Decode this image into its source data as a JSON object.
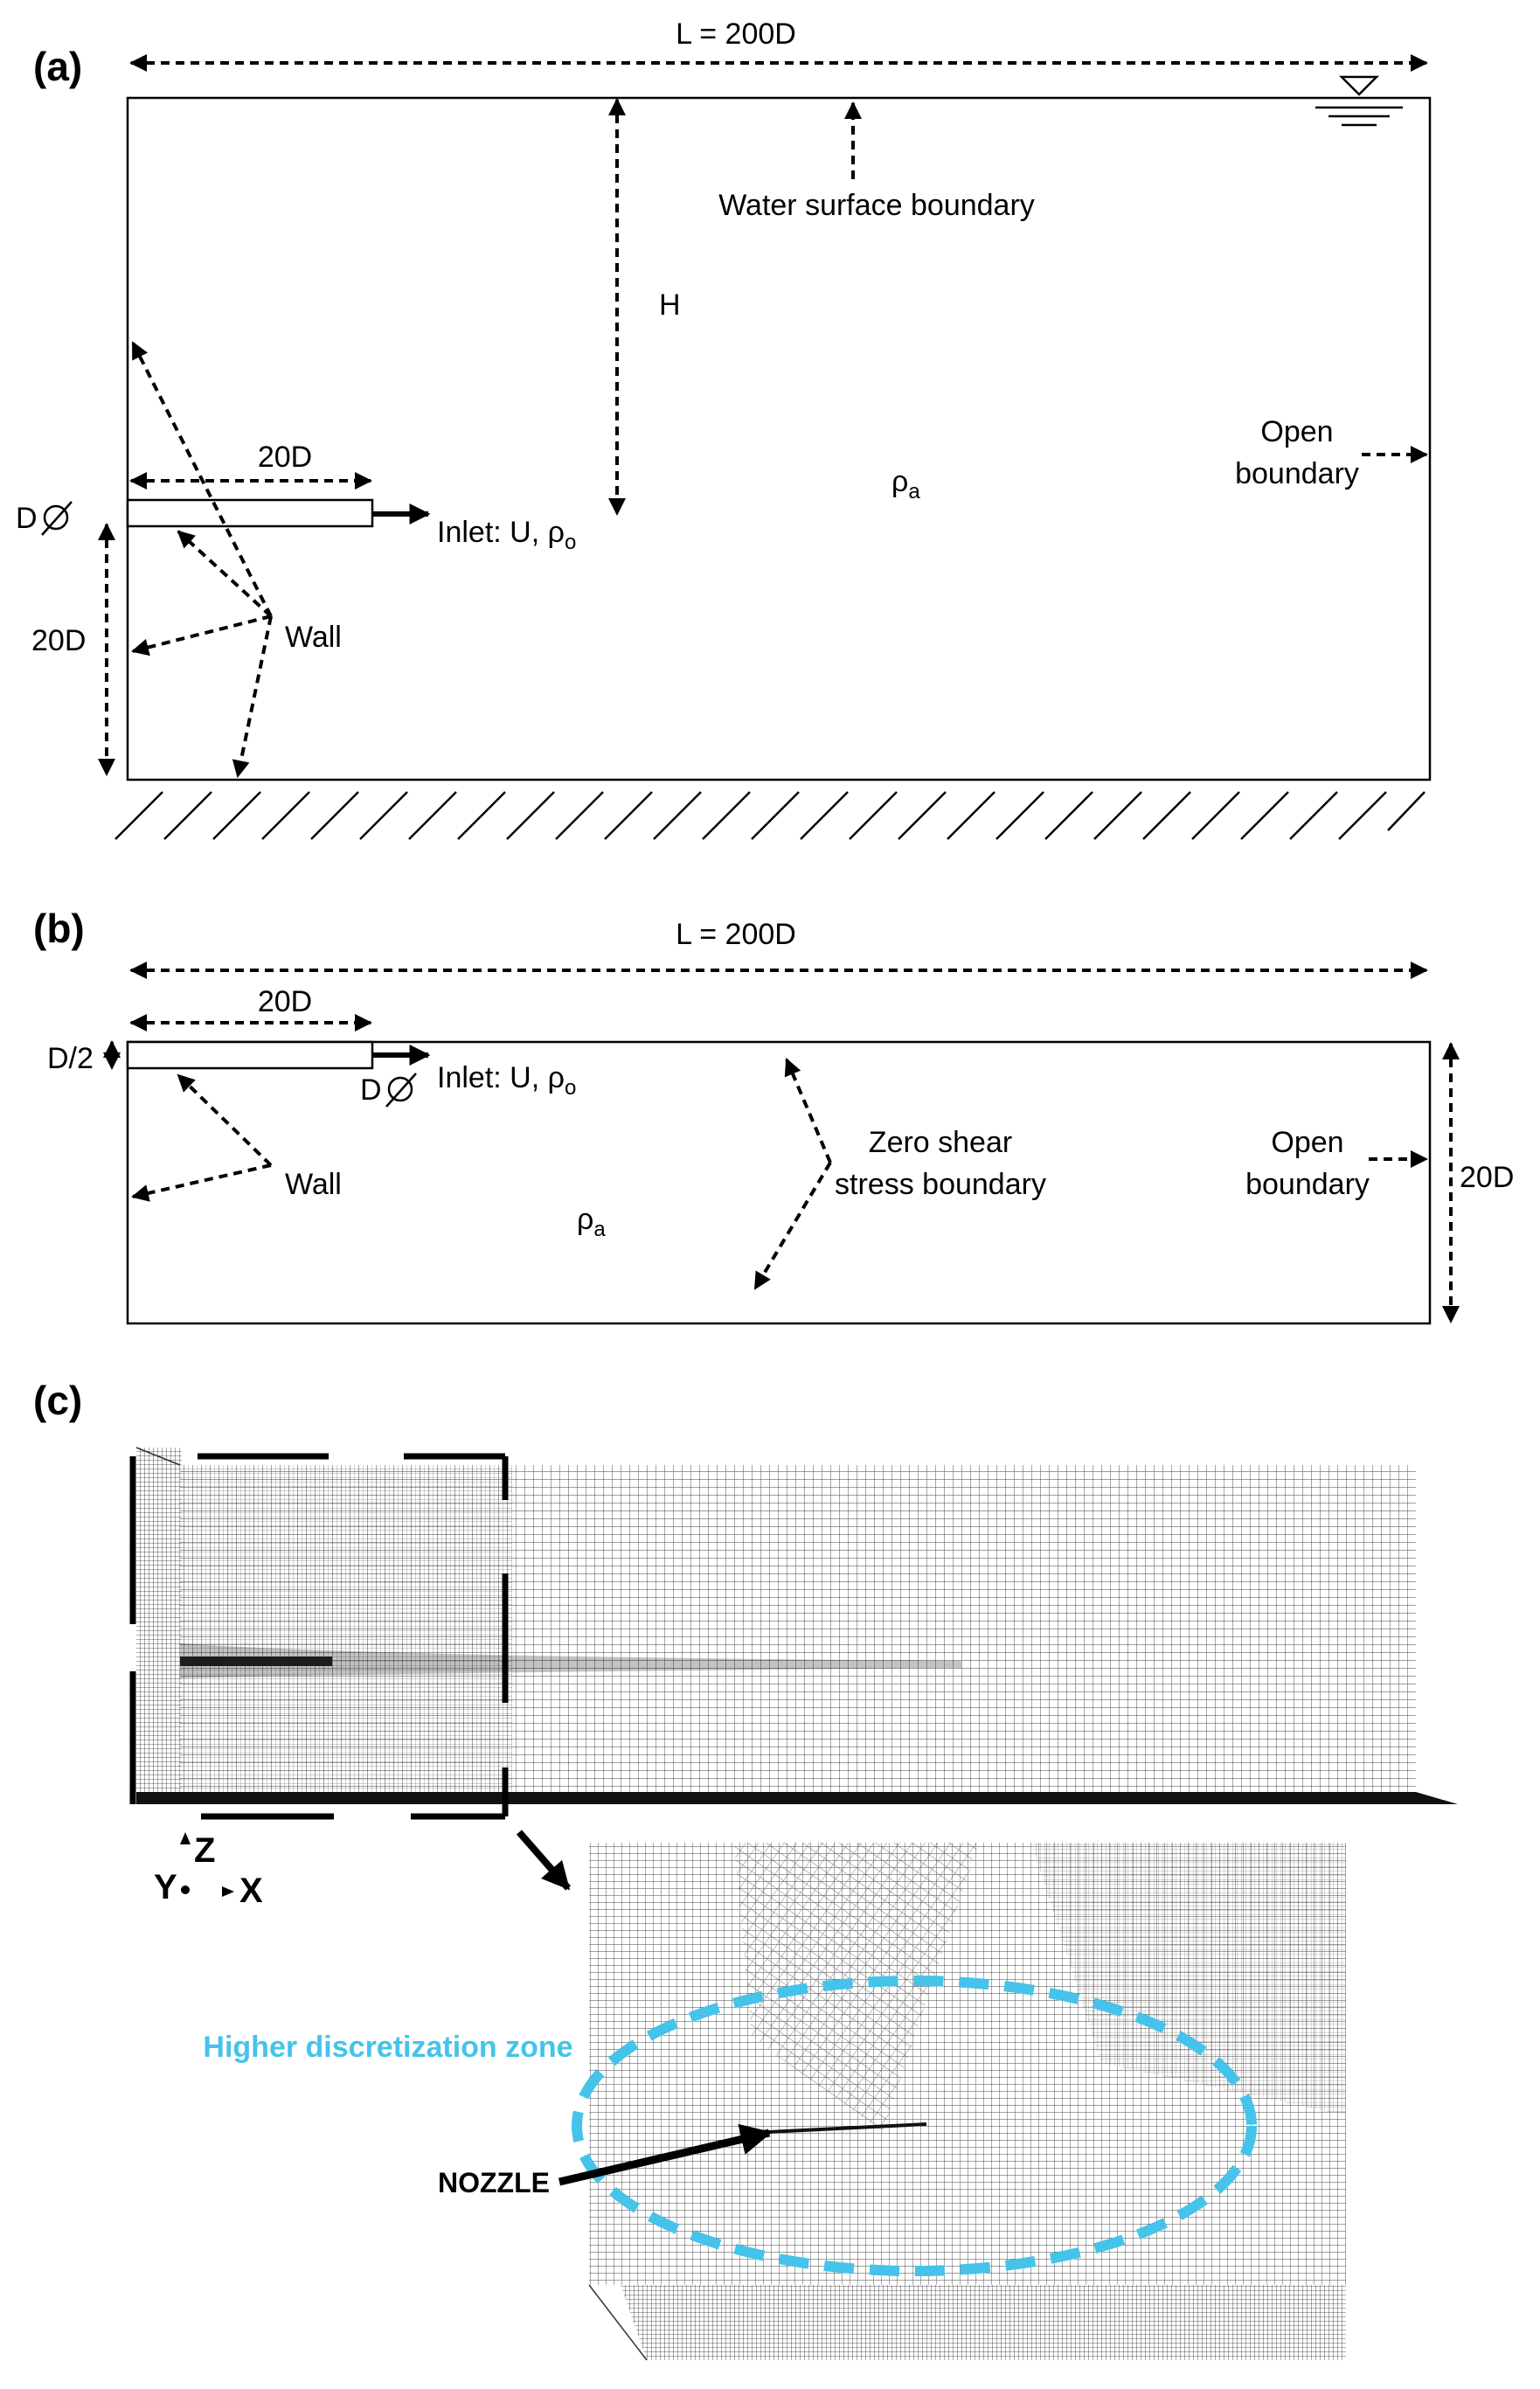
{
  "panels": {
    "a": {
      "label": "(a)",
      "length": "L = 200D",
      "water_surface": "Water surface boundary",
      "height": "H",
      "nozzle_length": "20D",
      "diameter_prefix": "D",
      "elevation": "20D",
      "inlet": "Inlet: U, ρ",
      "inlet_sub": "o",
      "ambient": "ρ",
      "ambient_sub": "a",
      "wall": "Wall",
      "open_line1": "Open",
      "open_line2": "boundary"
    },
    "b": {
      "label": "(b)",
      "length": "L = 200D",
      "nozzle_length": "20D",
      "half_diameter": "D/2",
      "diameter_prefix": "D",
      "inlet": "Inlet: U, ρ",
      "inlet_sub": "o",
      "wall": "Wall",
      "ambient": "ρ",
      "ambient_sub": "a",
      "zero_shear_line1": "Zero shear",
      "zero_shear_line2": "stress boundary",
      "open_line1": "Open",
      "open_line2": "boundary",
      "depth": "20D"
    },
    "c": {
      "label": "(c)",
      "axis_z": "Z",
      "axis_y": "Y",
      "axis_x": "X",
      "zone": "Higher discretization zone",
      "nozzle": "NOZZLE"
    }
  },
  "colors": {
    "zone": "#45c3ea",
    "mesh": "#333333"
  }
}
